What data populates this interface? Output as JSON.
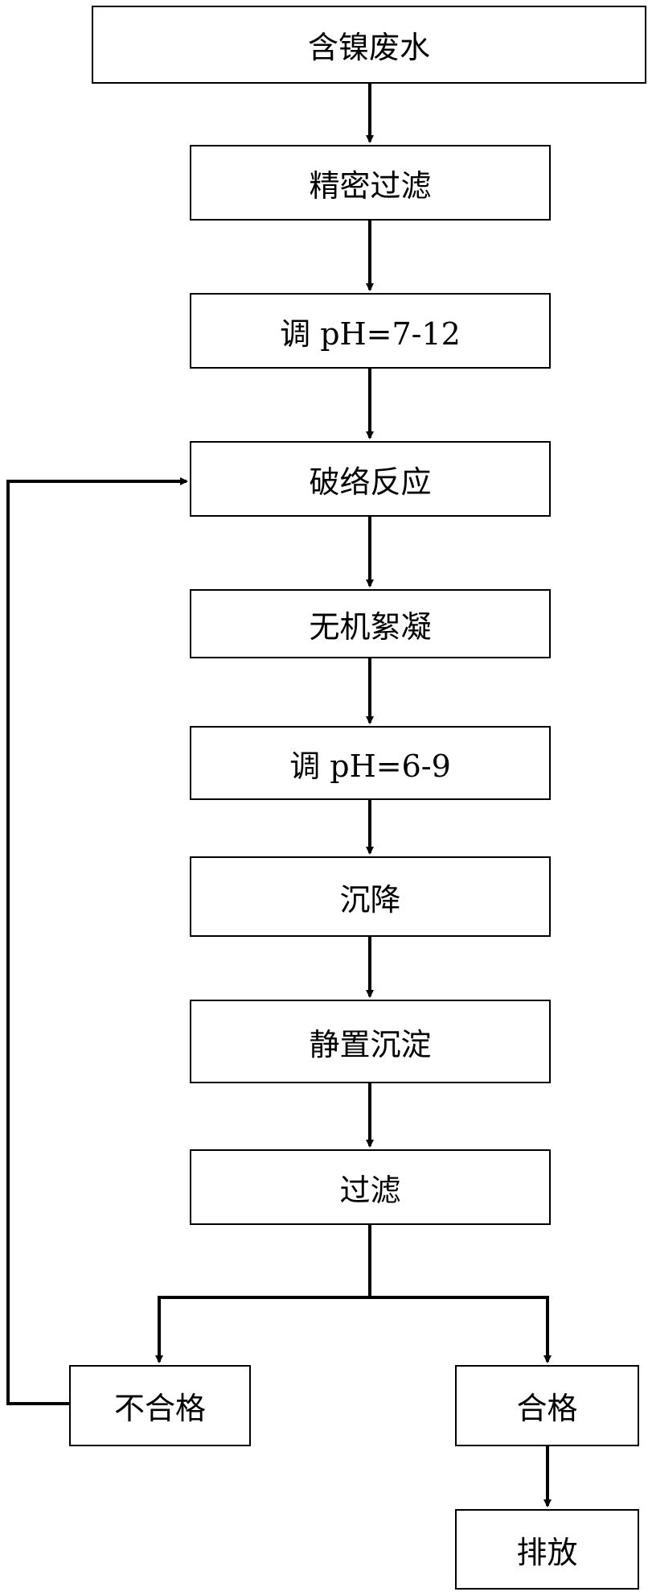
{
  "nodes": {
    "wastewater": "含镍废水",
    "precision_filter": "精密过滤",
    "adjust_ph_1": "调 pH=7-12",
    "decomplexation": "破络反应",
    "inorganic_flocculation": "无机絮凝",
    "adjust_ph_2": "调 pH=6-9",
    "settling": "沉降",
    "static_precipitation": "静置沉淀",
    "filtration": "过滤",
    "unqualified": "不合格",
    "qualified": "合格",
    "discharge": "排放"
  }
}
